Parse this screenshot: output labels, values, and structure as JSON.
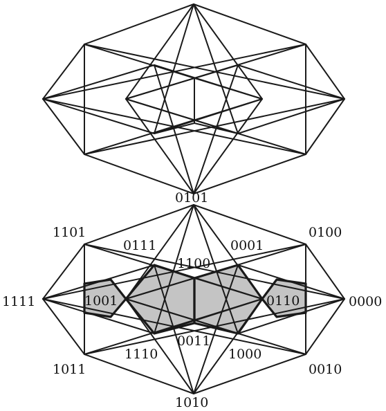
{
  "colors": {
    "line": "#1a1a1a",
    "shaded_region": "#c4c4c4",
    "background": "#ffffff"
  },
  "bottom_graph": {
    "vertex_labels": {
      "v0101": "0101",
      "v1101": "1101",
      "v0100": "0100",
      "v0111": "0111",
      "v0001": "0001",
      "v1100": "1100",
      "v1111": "1111",
      "v1001": "1001",
      "v0110": "0110",
      "v0000": "0000",
      "v0011": "0011",
      "v1110": "1110",
      "v1000": "1000",
      "v1011": "1011",
      "v0010": "0010",
      "v1010": "1010"
    }
  }
}
